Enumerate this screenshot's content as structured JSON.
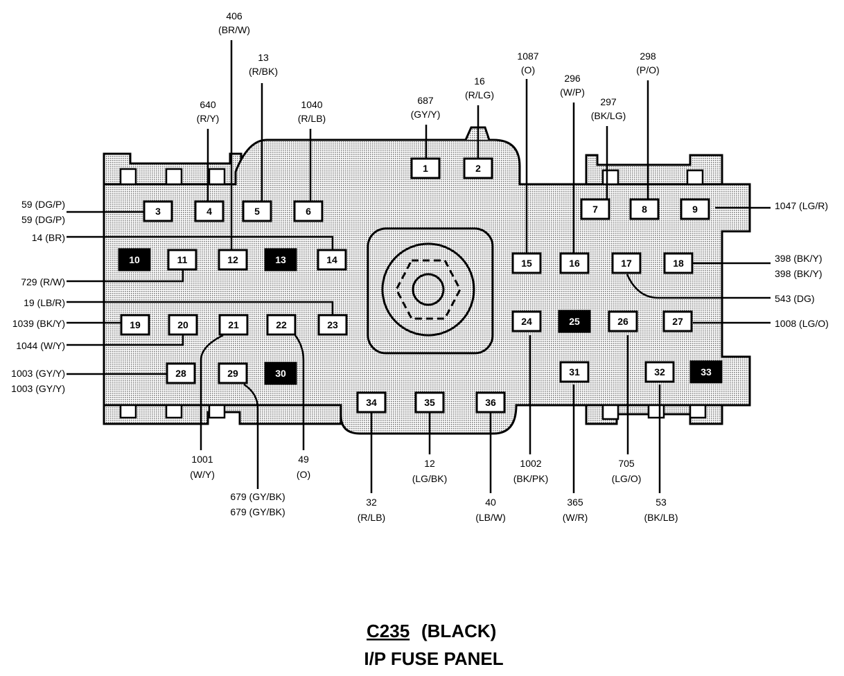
{
  "title": {
    "connector_id": "C235",
    "connector_color": "(BLACK)",
    "subtitle": "I/P FUSE PANEL"
  },
  "colors": {
    "panel_fill": "#c8c8c8",
    "outline": "#000000",
    "cell_fill": "#ffffff",
    "filled_cell": "#000000"
  },
  "cavities": [
    {
      "num": "1",
      "filled": false
    },
    {
      "num": "2",
      "filled": false
    },
    {
      "num": "3",
      "filled": false
    },
    {
      "num": "4",
      "filled": false
    },
    {
      "num": "5",
      "filled": false
    },
    {
      "num": "6",
      "filled": false
    },
    {
      "num": "7",
      "filled": false
    },
    {
      "num": "8",
      "filled": false
    },
    {
      "num": "9",
      "filled": false
    },
    {
      "num": "10",
      "filled": true
    },
    {
      "num": "11",
      "filled": false
    },
    {
      "num": "12",
      "filled": false
    },
    {
      "num": "13",
      "filled": true
    },
    {
      "num": "14",
      "filled": false
    },
    {
      "num": "15",
      "filled": false
    },
    {
      "num": "16",
      "filled": false
    },
    {
      "num": "17",
      "filled": false
    },
    {
      "num": "18",
      "filled": false
    },
    {
      "num": "19",
      "filled": false
    },
    {
      "num": "20",
      "filled": false
    },
    {
      "num": "21",
      "filled": false
    },
    {
      "num": "22",
      "filled": false
    },
    {
      "num": "23",
      "filled": false
    },
    {
      "num": "24",
      "filled": false
    },
    {
      "num": "25",
      "filled": true
    },
    {
      "num": "26",
      "filled": false
    },
    {
      "num": "27",
      "filled": false
    },
    {
      "num": "28",
      "filled": false
    },
    {
      "num": "29",
      "filled": false
    },
    {
      "num": "30",
      "filled": true
    },
    {
      "num": "31",
      "filled": false
    },
    {
      "num": "32",
      "filled": false
    },
    {
      "num": "33",
      "filled": true
    },
    {
      "num": "34",
      "filled": false
    },
    {
      "num": "35",
      "filled": false
    },
    {
      "num": "36",
      "filled": false
    }
  ],
  "wires": {
    "w406": [
      "406",
      "(BR/W)"
    ],
    "w13": [
      "13",
      "(R/BK)"
    ],
    "w640": [
      "640",
      "(R/Y)"
    ],
    "w1040": [
      "1040",
      "(R/LB)"
    ],
    "w687": [
      "687",
      "(GY/Y)"
    ],
    "w16": [
      "16",
      "(R/LG)"
    ],
    "w1087": [
      "1087",
      "(O)"
    ],
    "w296": [
      "296",
      "(W/P)"
    ],
    "w298": [
      "298",
      "(P/O)"
    ],
    "w297": [
      "297",
      "(BK/LG)"
    ],
    "w59": [
      "59 (DG/P)",
      "59 (DG/P)"
    ],
    "w1047": [
      "1047 (LG/R)"
    ],
    "w14": [
      "14 (BR)"
    ],
    "w729": [
      "729 (R/W)"
    ],
    "w398": [
      "398 (BK/Y)",
      "398 (BK/Y)"
    ],
    "w543": [
      "543 (DG)"
    ],
    "w19": [
      "19 (LB/R)"
    ],
    "w1039": [
      "1039 (BK/Y)"
    ],
    "w1008": [
      "1008 (LG/O)"
    ],
    "w1044": [
      "1044 (W/Y)"
    ],
    "w1003": [
      "1003 (GY/Y)",
      "1003 (GY/Y)"
    ],
    "w1001": [
      "1001",
      "(W/Y)"
    ],
    "w49": [
      "49",
      "(O)"
    ],
    "w679": [
      "679 (GY/BK)",
      "679 (GY/BK)"
    ],
    "w12": [
      "12",
      "(LG/BK)"
    ],
    "w32": [
      "32",
      "(R/LB)"
    ],
    "w40": [
      "40",
      "(LB/W)"
    ],
    "w1002": [
      "1002",
      "(BK/PK)"
    ],
    "w705": [
      "705",
      "(LG/O)"
    ],
    "w365": [
      "365",
      "(W/R)"
    ],
    "w53": [
      "53",
      "(BK/LB)"
    ]
  }
}
